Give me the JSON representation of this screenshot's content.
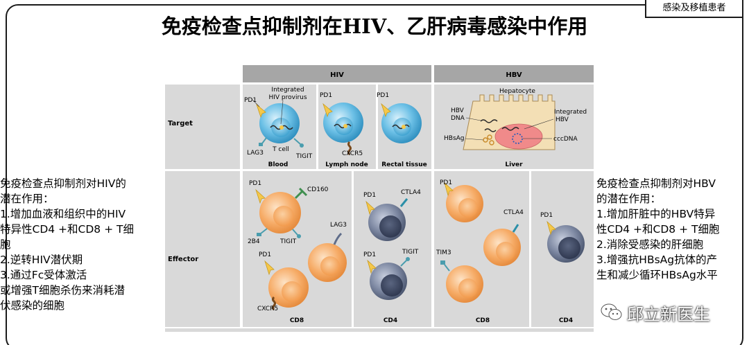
{
  "tag": "感染及移植患者",
  "title": "免疫检查点抑制剂在HIV、乙肝病毒感染中作用",
  "left_note": [
    "免疫检查点抑制剂对HIV的",
    "潜在作用：",
    "1.增加血液和组织中的HIV",
    "特异性CD4 +和CD8 + T细",
    "胞",
    "2.逆转HIV潜伏期",
    "3.通过Fc受体激活",
    "或增强T细胞杀伤来消耗潜",
    "伏感染的细胞"
  ],
  "right_note": [
    "免疫检查点抑制剂对HBV",
    "的潜在作用：",
    "1.增加肝脏中的HBV特异",
    "性CD4 +和CD8 + T细胞",
    "2.消除受感染的肝细胞",
    "3.增强抗HBsAg抗体的产",
    "生和减少循环HBsAg水平"
  ],
  "figure": {
    "col_hiv": "HIV",
    "col_hbv": "HBV",
    "row_target": "Target",
    "row_effector": "Effector",
    "blood": "Blood",
    "lymph_node": "Lymph node",
    "rectal_tissue": "Rectal tissue",
    "liver": "Liver",
    "cd8": "CD8",
    "cd4": "CD4",
    "integrated": "Integrated",
    "hiv_provirus": "HIV provirus",
    "t_cell": "T cell",
    "pd1": "PD1",
    "lag3": "LAG3",
    "tigit": "TIGIT",
    "cxcr5": "CXCR5",
    "cd160": "CD160",
    "b24": "2B4",
    "ctla4": "CTLA4",
    "tim3": "TIM3",
    "hepatocyte": "Hepatocyte",
    "hbv_dna": "HBV",
    "dna": "DNA",
    "integrated_hbv": "Integrated",
    "hbv_small": "HBV",
    "hbsag": "HBsAg",
    "cccdna": "cccDNA"
  },
  "watermark": "邱立新医生",
  "colors": {
    "header_gray": "#a6a6a6",
    "panel_gray": "#d9d9d9",
    "cell_blue": "#5ab4e0",
    "cell_orange": "#f5a35b",
    "cell_slate": "#5f6d8a",
    "receptor_yellow": "#f5c84a",
    "receptor_teal": "#4a9dae",
    "liver_pink": "#f08a8a"
  }
}
